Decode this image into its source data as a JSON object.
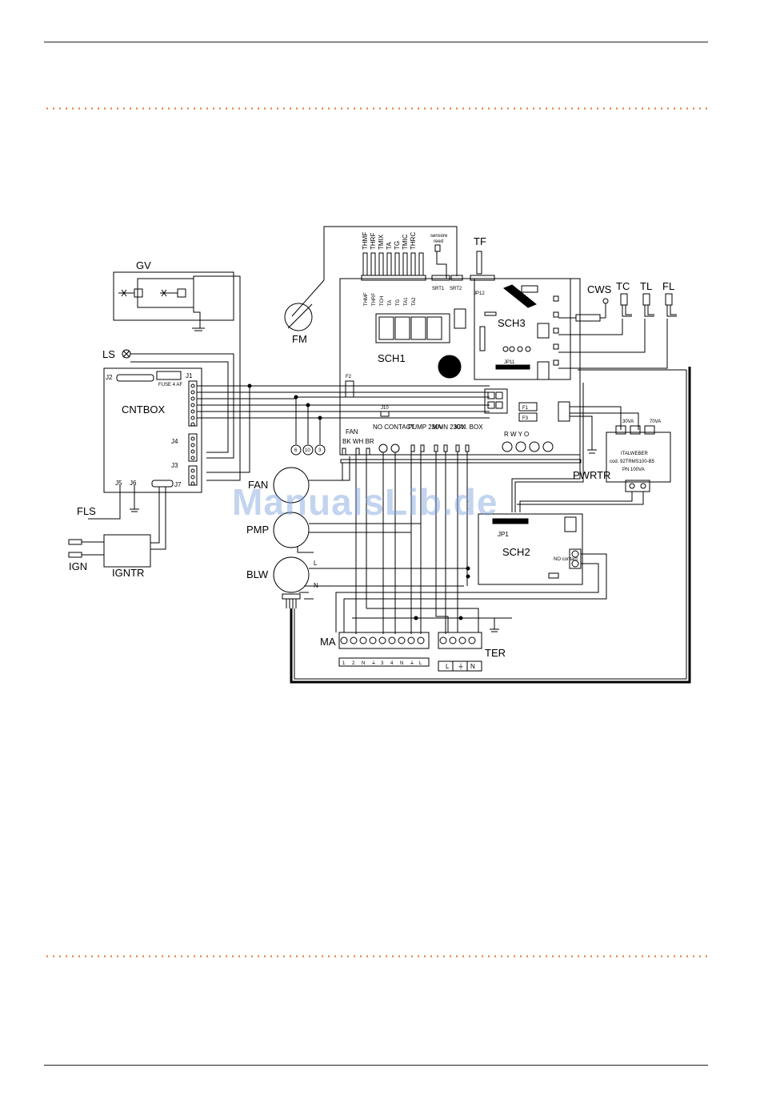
{
  "watermark": "ManualsLib.de",
  "accent_color": "#e07a3a",
  "labels": {
    "gv": "GV",
    "ls": "LS",
    "cntbox": "CNTBOX",
    "fm": "FM",
    "sch1": "SCH1",
    "sch2": "SCH2",
    "sch3": "SCH3",
    "cws": "CWS",
    "tc": "TC",
    "tl": "TL",
    "fl": "FL",
    "tf": "TF",
    "fan": "FAN",
    "pmp": "PMP",
    "blw": "BLW",
    "fls": "FLS",
    "ign": "IGN",
    "igntr": "IGNTR",
    "pwrtr": "PWRTR",
    "ma": "MA",
    "ter": "TER",
    "jp1": "JP1",
    "j1": "J1",
    "j2": "J2",
    "j3": "J3",
    "j4": "J4",
    "j5": "J5",
    "j6": "J6",
    "j7": "J7",
    "f1": "F1",
    "f2": "F2",
    "f3": "F3",
    "j10": "J10",
    "jp11": "JP11",
    "jp12": "JP12",
    "fuse": "FUSE 4 AF",
    "sensore": "sensore",
    "reed": "reed",
    "italweber1": "ITALWEBER",
    "italweber2": "cod. 92TRMS100-B5",
    "italweber3": "PN 100VA",
    "va30": "30VA",
    "va70": "70VA",
    "no_contact": "NO\nCONTACT",
    "fan_hdr": "FAN",
    "bk_wh_br": "BK WH BR",
    "pump_hdr": "PUMP\n230V",
    "main_hdr": "MAIN\n230V",
    "ign_box": "IGN.\nBOX",
    "rwyo": "R  W  Y  O",
    "no_contact2": "NO\ncontact",
    "line_l": "L",
    "line_n": "N",
    "circ6": "6",
    "circ10": "10",
    "circ3": "3",
    "sensors": [
      "THMF",
      "THRF",
      "TMIX",
      "TA",
      "TG",
      "TMIC",
      "THRC"
    ],
    "sensor_codes": [
      "THMF",
      "THRF",
      "TCH",
      "TA",
      "TG",
      "TA1",
      "TA2",
      "SRT1",
      "SRT2"
    ],
    "ter_cells": [
      "L",
      "⏚",
      "N"
    ],
    "ma_cells": [
      "1",
      "2",
      "N",
      "⏚",
      "3",
      "4",
      "N",
      "⏚",
      "L"
    ]
  }
}
